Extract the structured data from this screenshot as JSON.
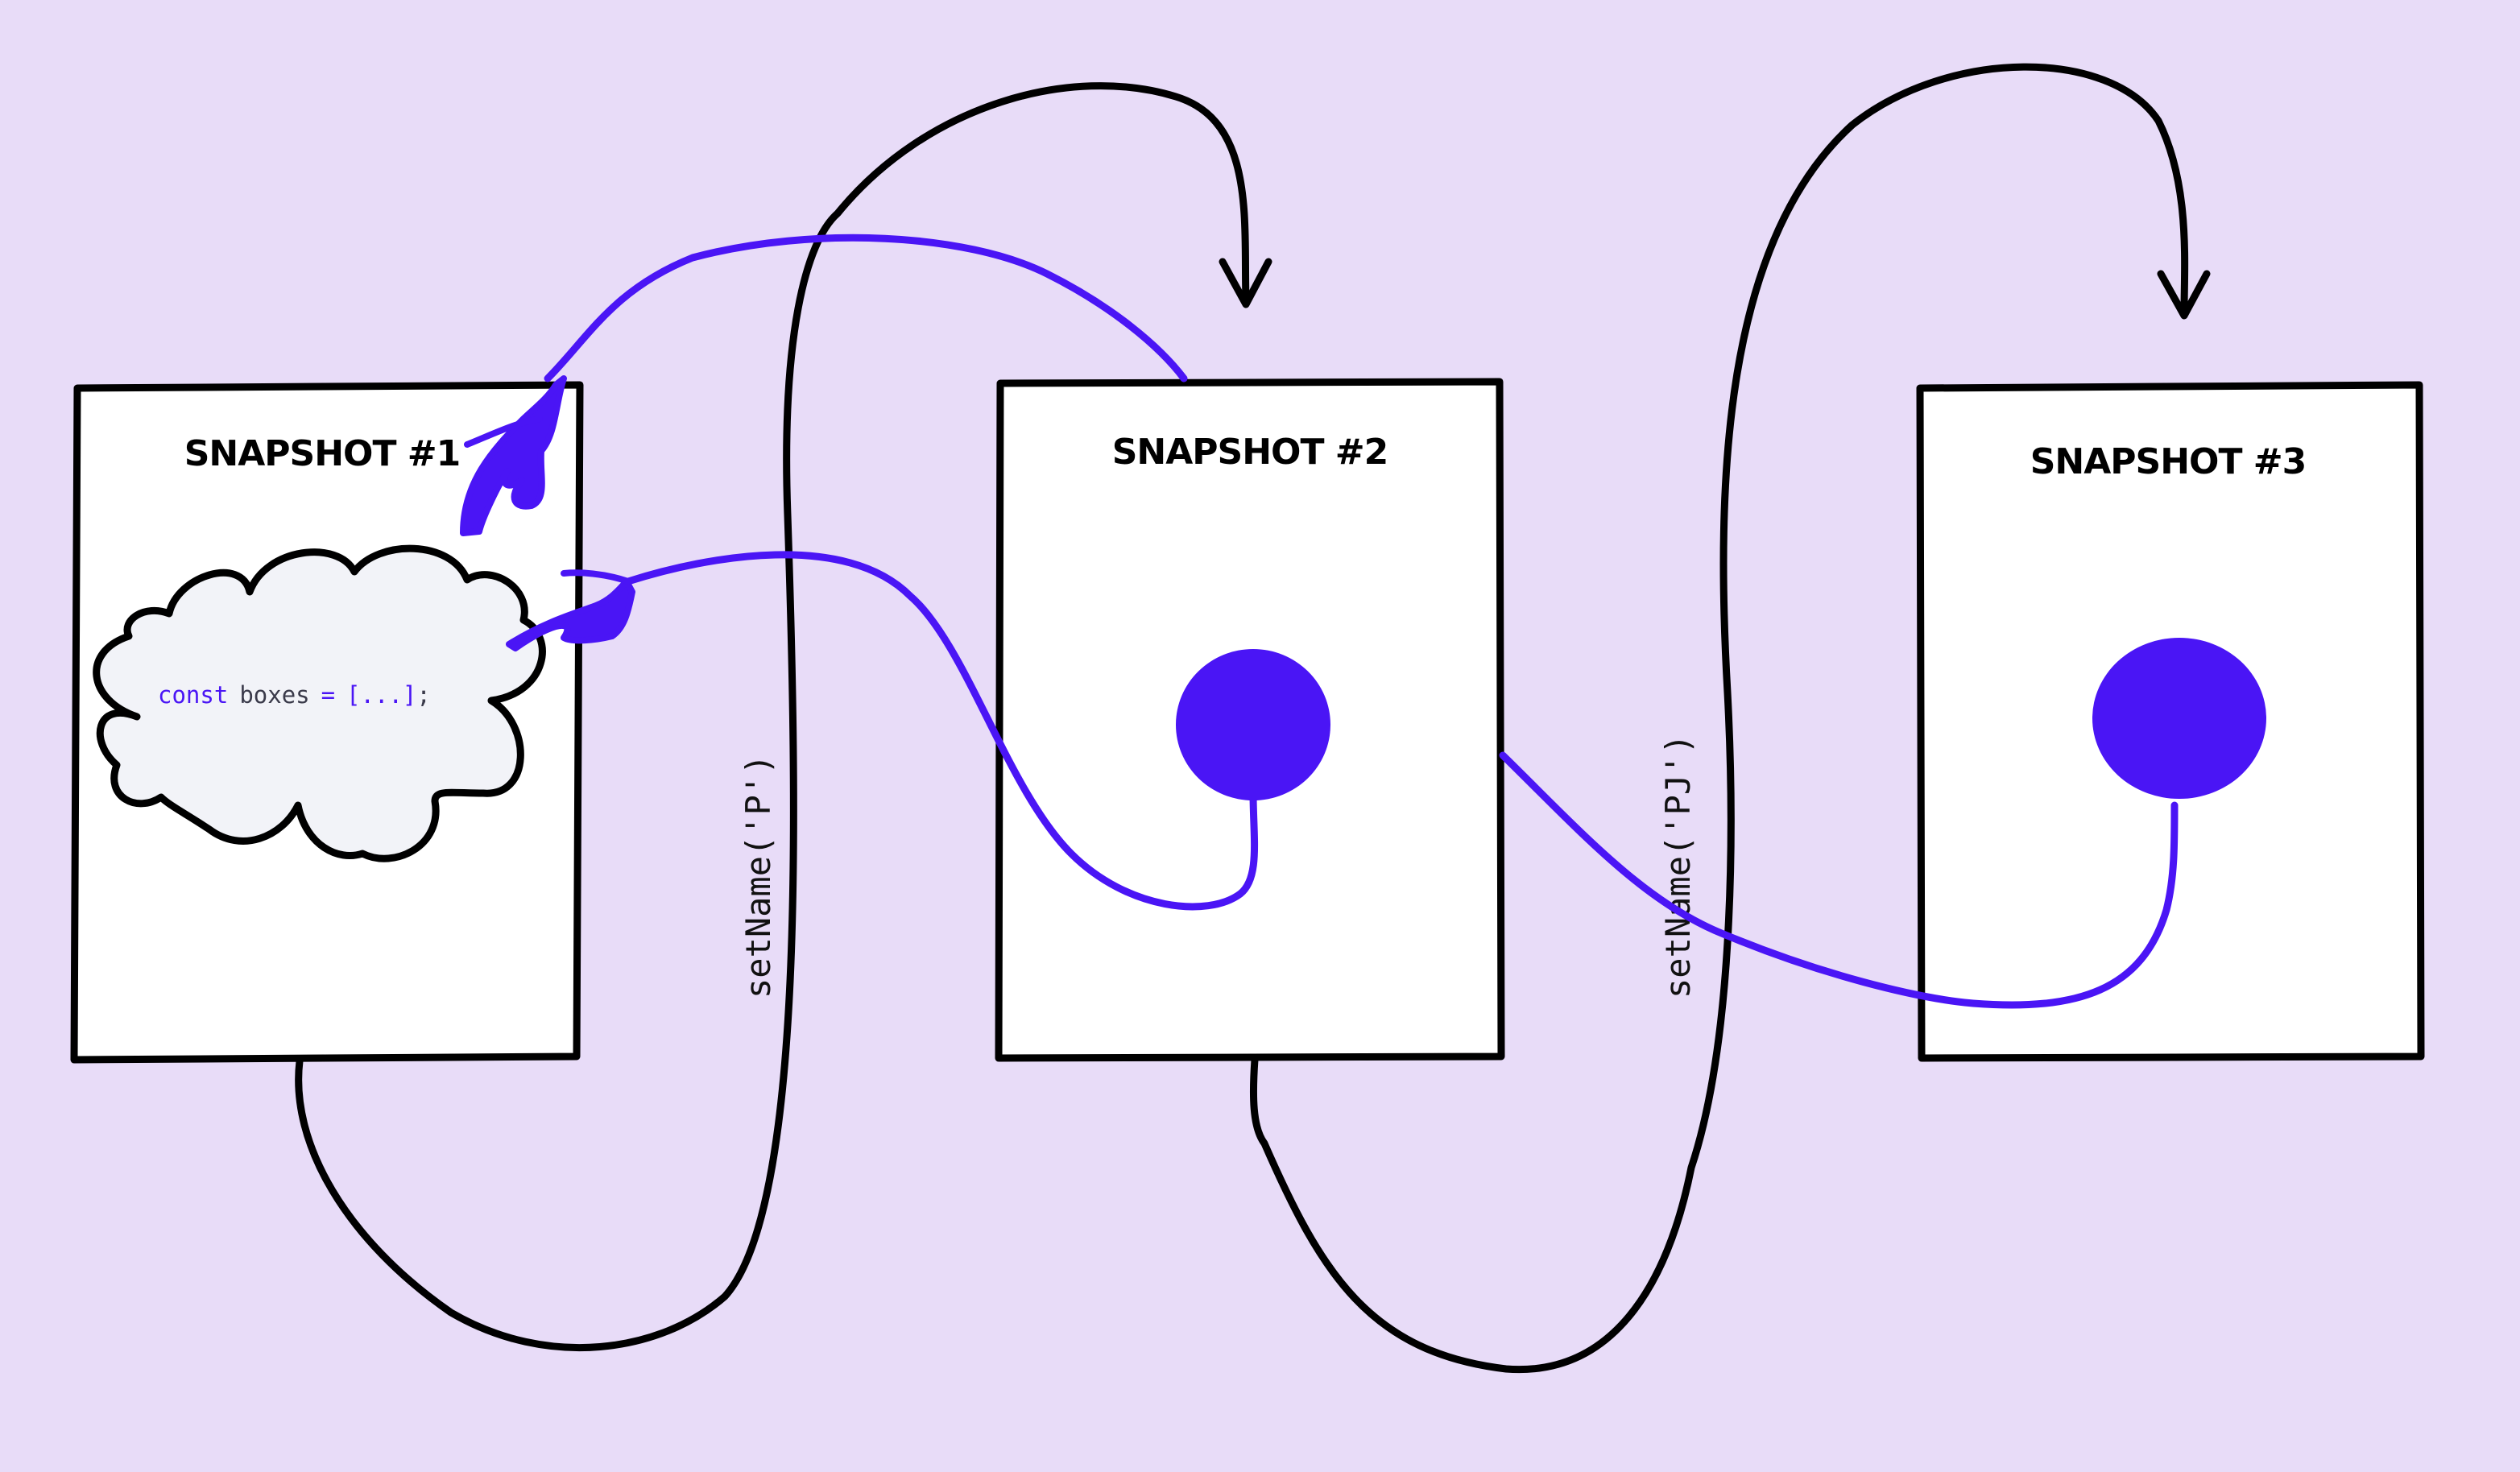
{
  "snapshots": [
    {
      "title": "SNAPSHOT #1"
    },
    {
      "title": "SNAPSHOT #2"
    },
    {
      "title": "SNAPSHOT #3"
    }
  ],
  "code": {
    "keyword": "const",
    "identifier": "boxes",
    "operator": "=",
    "value": "[...]",
    "terminator": ";"
  },
  "transitions": [
    {
      "label": "setName('P')"
    },
    {
      "label": "setName('PJ')"
    }
  ],
  "colors": {
    "background": "#e8dcf8",
    "accent": "#4a15f5",
    "ink": "#000000",
    "cloud_fill": "#f2f3f8",
    "panel_fill": "#ffffff",
    "code_default": "#3a3a4a"
  },
  "icons": {
    "pointer": "pointing-hand-icon",
    "arrowhead": "arrow-down-icon"
  }
}
